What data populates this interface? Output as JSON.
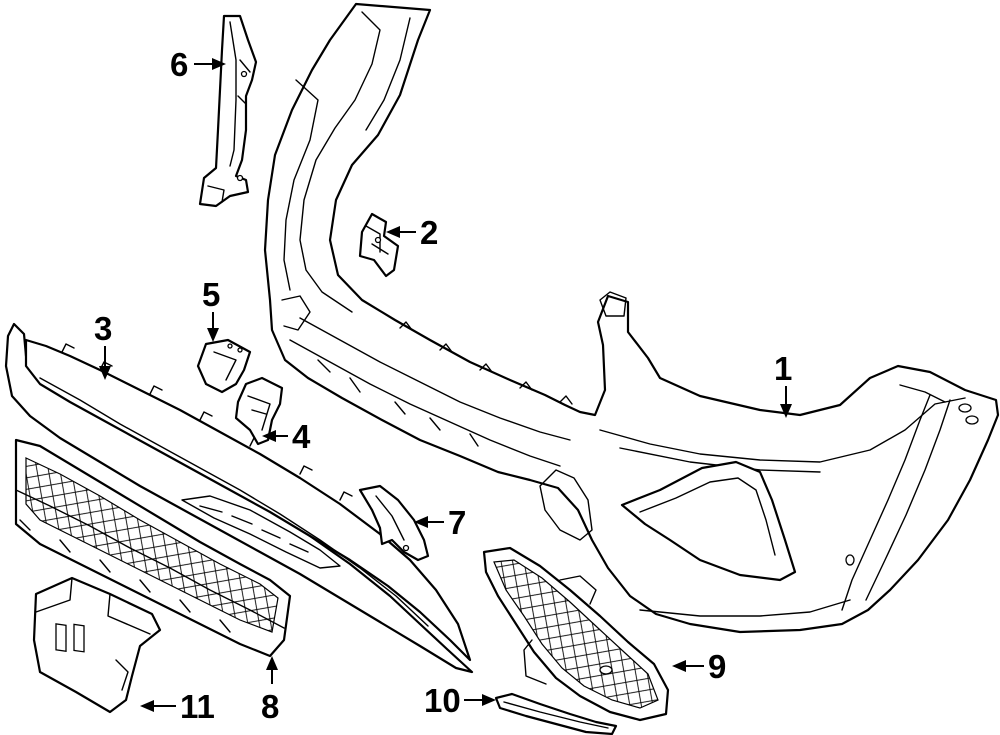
{
  "callouts": [
    {
      "id": "1",
      "label": "1"
    },
    {
      "id": "2",
      "label": "2"
    },
    {
      "id": "3",
      "label": "3"
    },
    {
      "id": "4",
      "label": "4"
    },
    {
      "id": "5",
      "label": "5"
    },
    {
      "id": "6",
      "label": "6"
    },
    {
      "id": "7",
      "label": "7"
    },
    {
      "id": "8",
      "label": "8"
    },
    {
      "id": "9",
      "label": "9"
    },
    {
      "id": "10",
      "label": "10"
    },
    {
      "id": "11",
      "label": "11"
    }
  ],
  "style": {
    "line_color": "#000000",
    "background": "#ffffff"
  }
}
